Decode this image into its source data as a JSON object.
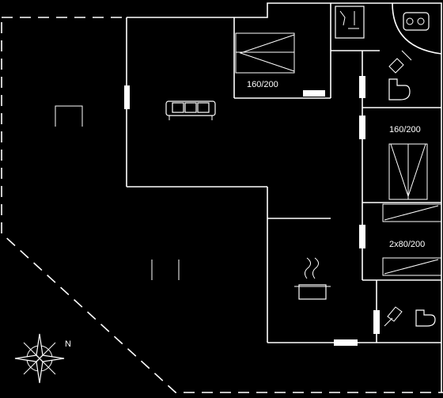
{
  "plan": {
    "background": "#000000",
    "line_color": "#ffffff",
    "bedroom_1": {
      "bed_label": "160/200"
    },
    "bedroom_2": {
      "bed_label": "160/200"
    },
    "bedroom_3": {
      "bed_label": "2x80/200"
    },
    "compass": {
      "north_label": "N"
    },
    "icons": [
      "sofa-icon",
      "table-icon",
      "chair-icon",
      "stove-icon",
      "shower-icon",
      "toilet-icon",
      "sink-icon",
      "washing-machine-icon",
      "compass-icon"
    ]
  }
}
